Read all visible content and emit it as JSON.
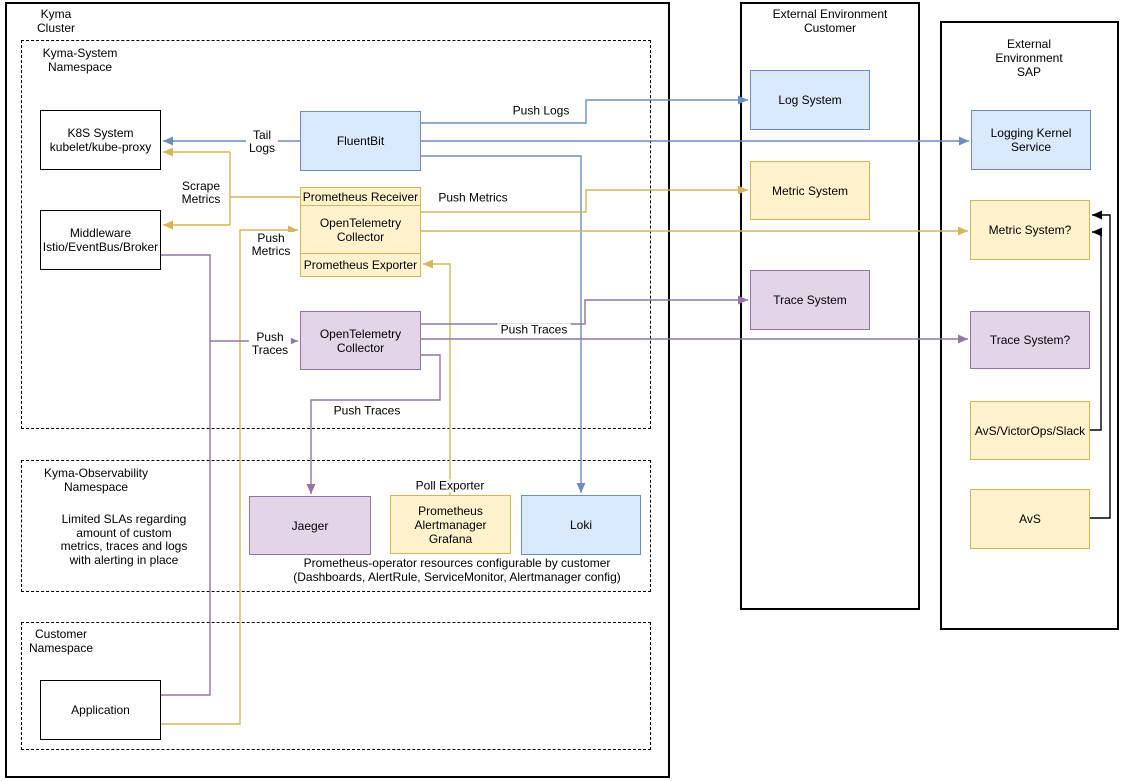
{
  "containers": {
    "kyma_cluster": "Kyma\nCluster",
    "kyma_system_ns": "Kyma-System\nNamespace",
    "kyma_observability_ns": "Kyma-Observability\nNamespace",
    "customer_ns": "Customer\nNamespace",
    "ext_customer": "External Environment\nCustomer",
    "ext_sap": "External Environment\nSAP"
  },
  "nodes": {
    "k8s_system": "K8S System\nkubelet/kube-proxy",
    "middleware": "Middleware\nIstio/EventBus/Broker",
    "fluentbit": "FluentBit",
    "prometheus_receiver": "Prometheus Receiver",
    "otel_collector_metrics": "OpenTelemetry\nCollector",
    "prometheus_exporter": "Prometheus Exporter",
    "otel_collector_traces": "OpenTelemetry\nCollector",
    "jaeger": "Jaeger",
    "prometheus_alertmanager_grafana": "Prometheus\nAlertmanager\nGrafana",
    "loki": "Loki",
    "application": "Application",
    "log_system": "Log System",
    "metric_system": "Metric System",
    "trace_system": "Trace System",
    "logging_kernel_service": "Logging Kernel\nService",
    "metric_system_q": "Metric System?",
    "trace_system_q": "Trace System?",
    "avs_victorops_slack": "AvS/VictorOps/Slack",
    "avs": "AvS"
  },
  "edge_labels": {
    "push_logs": "Push Logs",
    "tail_logs": "Tail\nLogs",
    "scrape_metrics": "Scrape\nMetrics",
    "push_metrics_receiver": "Push Metrics",
    "push_metrics_app": "Push\nMetrics",
    "push_traces_app": "Push\nTraces",
    "push_traces_out": "Push Traces",
    "push_traces_jaeger": "Push Traces",
    "poll_exporter": "Poll Exporter"
  },
  "notes": {
    "limited_slas": "Limited SLAs regarding\namount of custom\nmetrics, traces and logs\nwith alerting in place",
    "prometheus_operator": "Prometheus-operator resources configurable by customer\n(Dashboards, AlertRule, ServiceMonitor, Alertmanager config)"
  },
  "colors": {
    "blue_fill": "#dae8fc",
    "blue_stroke": "#6c8ebf",
    "yellow_fill": "#fff2cc",
    "yellow_stroke": "#d6b656",
    "purple_fill": "#e1d5e7",
    "purple_stroke": "#9673a6",
    "black": "#000000"
  }
}
